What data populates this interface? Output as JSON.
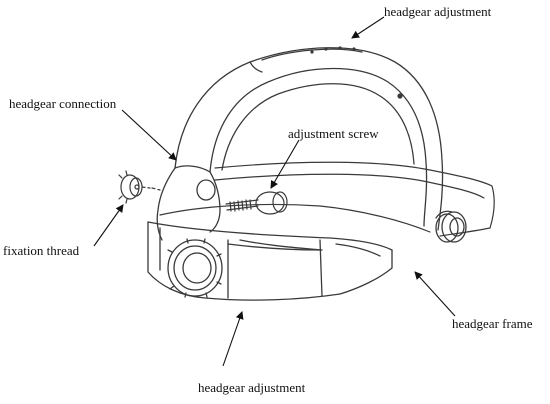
{
  "labels": {
    "headgear_adjustment_top": "headgear adjustment",
    "headgear_connection": "headgear connection",
    "adjustment_screw": "adjustment screw",
    "fixation_thread": "fixation thread",
    "headgear_frame": "headgear frame",
    "headgear_adjustment_bottom": "headgear adjustment"
  },
  "colors": {
    "line": "#3a3a3a",
    "arrow": "#111111",
    "text": "#111111"
  }
}
